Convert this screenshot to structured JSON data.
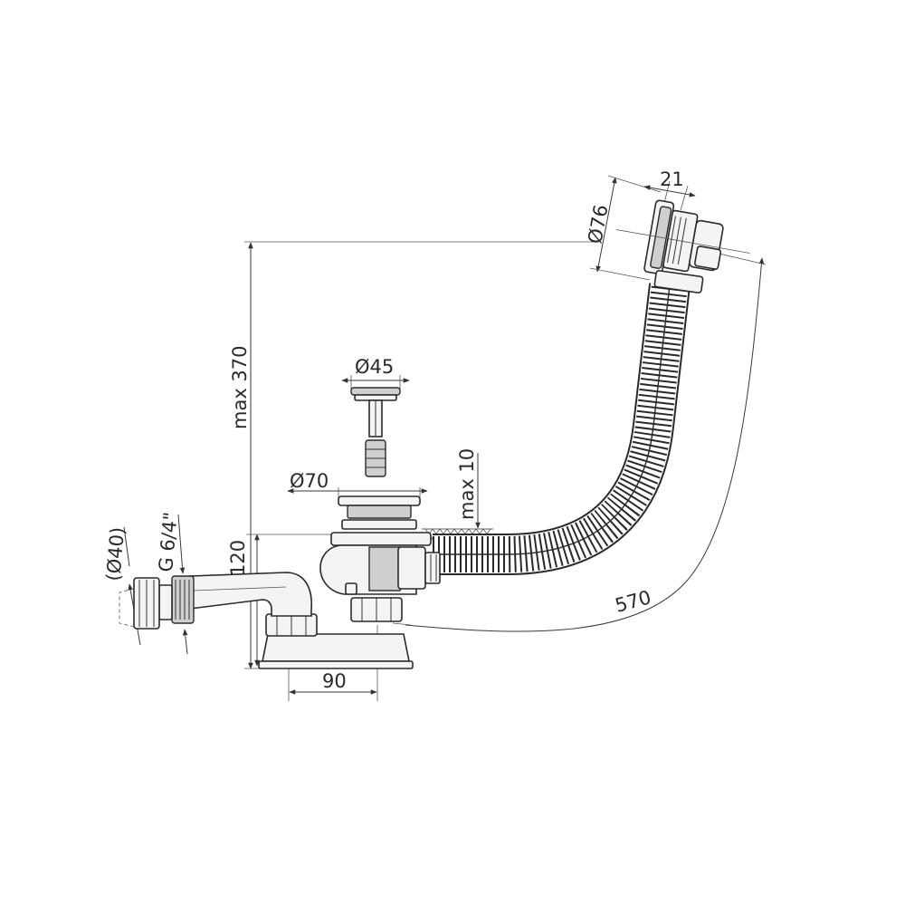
{
  "labels": {
    "diameter_76": "Ø76",
    "width_21": "21",
    "height_max_370": "max 370",
    "diameter_45": "Ø45",
    "diameter_70": "Ø70",
    "max_10": "max 10",
    "height_120": "120",
    "diameter_40": "(Ø40)",
    "thread_g64": "G 6/4\"",
    "width_90": "90",
    "length_570": "570"
  },
  "colors": {
    "line": "#2a2a2a",
    "fill_light": "#f4f4f4",
    "fill_mid": "#cfcfcf",
    "background": "#ffffff"
  }
}
